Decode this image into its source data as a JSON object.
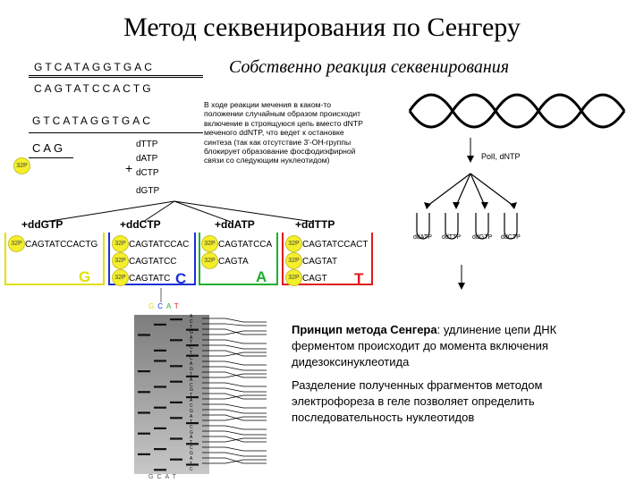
{
  "title": "Метод секвенирования по Сенгеру",
  "subtitle": "Собственно реакция секвенирования",
  "top_strand_1": "GTCATAGGTGAC",
  "top_strand_2": "CAGTATCCACTG",
  "template_strand": "GTCATAGGTGAC",
  "primer": "CAG",
  "label_32p": "32P",
  "plus": "+",
  "dntps": [
    "dTTP",
    "dATP",
    "dCTP",
    "dGTP"
  ],
  "note_text": "В ходе реакции мечения в каком-то положении случайным образом происходит включение в строящуюся цепь вместо dNTP меченого ddNTP, что ведет к остановке синтеза (так как отсутствие 3'-OH-группы блокирует образование фосфодиэфирной связи со следующим нуклеотидом)",
  "reactions": [
    {
      "label": "+ddGTP",
      "fragments": [
        "CAGTATCCACTG"
      ],
      "base": "G",
      "color": "#e0e000"
    },
    {
      "label": "+ddCTP",
      "fragments": [
        "CAGTATCCAC",
        "CAGTATCC",
        "CAGTATC"
      ],
      "base": "C",
      "color": "#1a30d6"
    },
    {
      "label": "+ddATP",
      "fragments": [
        "CAGTATCCA",
        "CAGTA"
      ],
      "base": "A",
      "color": "#1fae32"
    },
    {
      "label": "+ddTTP",
      "fragments": [
        "CAGTATCCACT",
        "CAGTAT",
        "CAGT"
      ],
      "base": "T",
      "color": "#e01a1a"
    }
  ],
  "pipeline": {
    "enzyme_label": "PolI, dNTP",
    "tubes": [
      "ddATP",
      "ddTTP",
      "ddGTP",
      "ddCTP"
    ]
  },
  "gel_lanes_top": [
    "G",
    "C",
    "A",
    "T"
  ],
  "gel_lanes_bottom": [
    "G",
    "C",
    "A",
    "T"
  ],
  "gel_read": [
    "A",
    "C",
    "T",
    "G",
    "A",
    "T",
    "C",
    "T",
    "C",
    "A",
    "G",
    "T",
    "A",
    "C",
    "G",
    "T",
    "A",
    "C",
    "G",
    "A",
    "T",
    "C",
    "G",
    "A",
    "T",
    "C",
    "G",
    "A",
    "T",
    "C"
  ],
  "principle_lead": "Принцип метода Сенгера",
  "principle_rest": ": удлинение цепи ДНК ферментом происходит до момента включения дидезоксинуклеотида",
  "principle_2": "Разделение полученных фрагментов методом электрофореза в геле позволяет определить последовательность нуклеотидов"
}
